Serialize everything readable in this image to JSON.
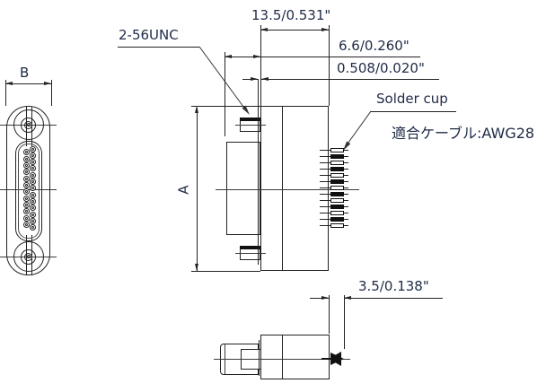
{
  "drawing": {
    "type": "technical-drawing",
    "subject": "Micro-D subminiature connector outline drawing",
    "views": [
      "front",
      "side",
      "bottom"
    ]
  },
  "labels": {
    "dim_width": "B",
    "dim_height": "A",
    "thread_callout": "2-56UNC",
    "dim_body_depth": "13.5/0.531\"",
    "dim_mating_depth": "6.6/0.260\"",
    "dim_flange_thickness": "0.508/0.020\"",
    "solder_cup_callout": "Solder cup",
    "cable_note": "適合ケーブル:AWG28",
    "dim_solder_cup_length": "3.5/0.138\""
  },
  "front_view": {
    "pin_count_right_column": 13,
    "pin_count_left_column": 12,
    "total_pins": 25,
    "mounting_holes": 2
  },
  "side_view": {
    "solder_cup_rows": 13
  },
  "colors": {
    "line": "#222222",
    "text": "#1e2a45",
    "background": "#ffffff",
    "fill_dark": "#111111"
  }
}
